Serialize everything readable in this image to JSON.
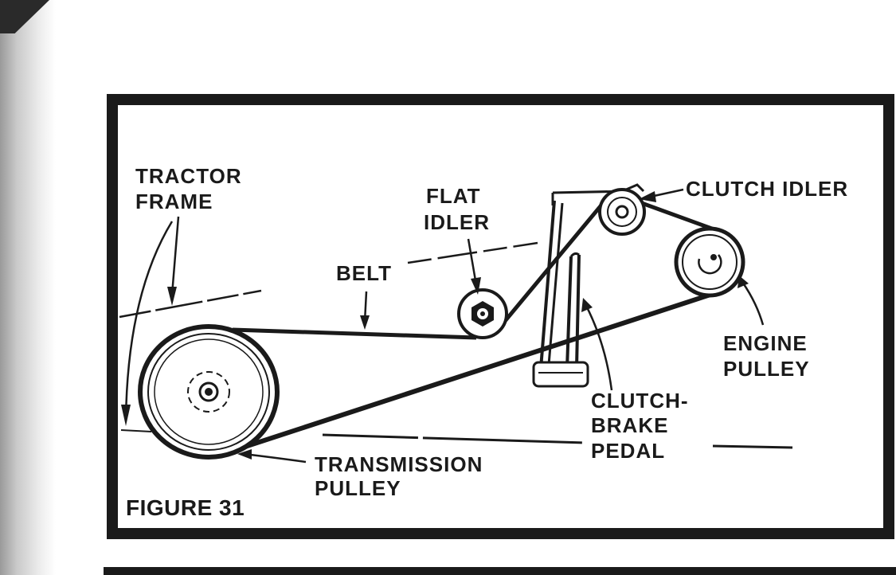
{
  "figure": {
    "caption": "FIGURE 31",
    "labels": {
      "tractor_frame": [
        "TRACTOR",
        "FRAME"
      ],
      "flat_idler": [
        "FLAT",
        "IDLER"
      ],
      "belt": "BELT",
      "clutch_idler": "CLUTCH IDLER",
      "engine_pulley": [
        "ENGINE",
        "PULLEY"
      ],
      "clutch_brake_pedal": [
        "CLUTCH-",
        "BRAKE",
        "PEDAL"
      ],
      "transmission_pulley": [
        "TRANSMISSION",
        "PULLEY"
      ]
    }
  },
  "colors": {
    "ink": "#1a1a1a",
    "paper": "#ffffff"
  }
}
